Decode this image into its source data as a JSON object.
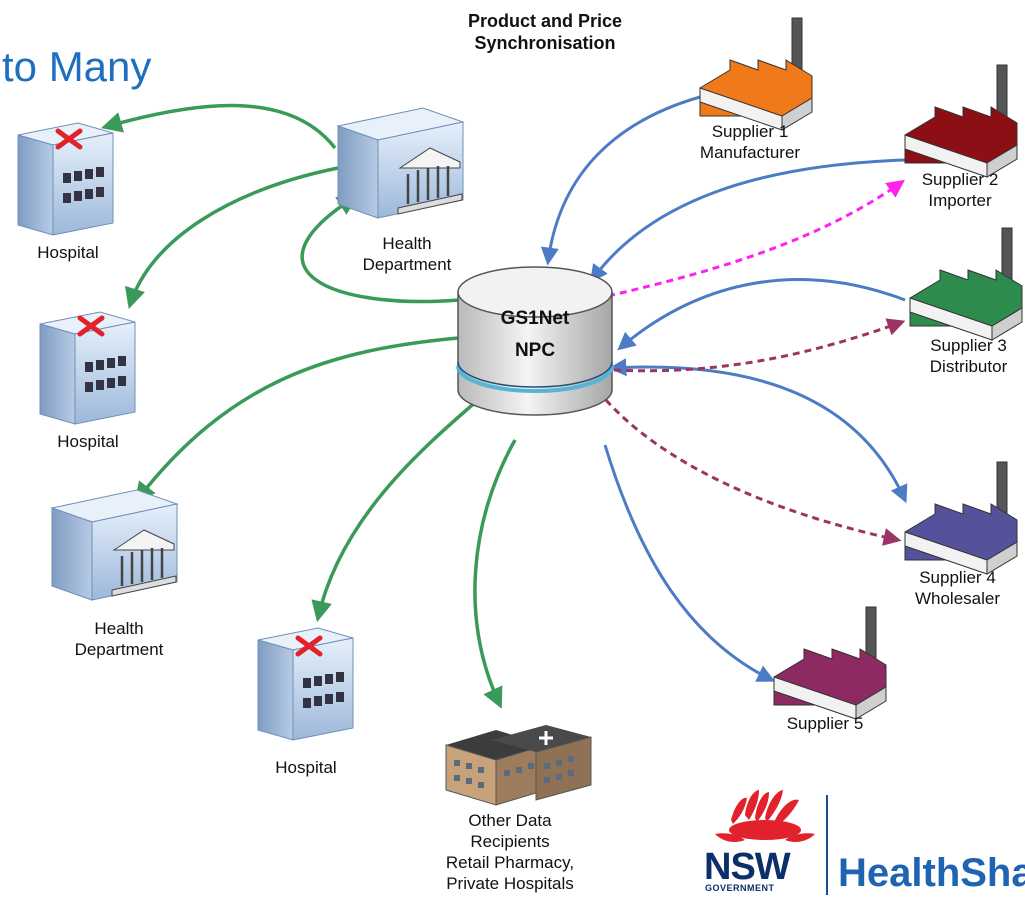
{
  "title_partial": "to Many",
  "heading": {
    "line1": "Product and Price",
    "line2": "Synchronisation"
  },
  "hub": {
    "top_label": "GS1Net",
    "bottom_label": "NPC"
  },
  "recipients": [
    {
      "id": "hospital-1",
      "lines": [
        "Hospital"
      ]
    },
    {
      "id": "hospital-2",
      "lines": [
        "Hospital"
      ]
    },
    {
      "id": "hospital-3",
      "lines": [
        "Hospital"
      ]
    },
    {
      "id": "health-dept-1",
      "lines": [
        "Health",
        "Department"
      ]
    },
    {
      "id": "health-dept-2",
      "lines": [
        "Health",
        "Department"
      ]
    },
    {
      "id": "other",
      "lines": [
        "Other Data",
        "Recipients",
        "Retail Pharmacy,",
        "Private Hospitals"
      ]
    }
  ],
  "suppliers": [
    {
      "id": "supplier-1",
      "lines": [
        "Supplier 1",
        "Manufacturer"
      ],
      "color": "#f07a1a"
    },
    {
      "id": "supplier-2",
      "lines": [
        "Supplier 2",
        "Importer"
      ],
      "color": "#8b0f14"
    },
    {
      "id": "supplier-3",
      "lines": [
        "Supplier 3",
        "Distributor"
      ],
      "color": "#2e8b4e"
    },
    {
      "id": "supplier-4",
      "lines": [
        "Supplier 4",
        "Wholesaler"
      ],
      "color": "#55519a"
    },
    {
      "id": "supplier-5",
      "lines": [
        "Supplier 5"
      ],
      "color": "#8e2a62"
    }
  ],
  "colors": {
    "green_arrow": "#3a9a5a",
    "blue_arrow": "#4d7cc4",
    "magenta_dashed": "#ff22ee",
    "purple_dashed": "#9a3565",
    "brand_blue": "#1f63b3",
    "waratah_red": "#e1212b"
  },
  "logo": {
    "nsw": "NSW",
    "government": "GOVERNMENT",
    "brand": "HealthSha"
  }
}
